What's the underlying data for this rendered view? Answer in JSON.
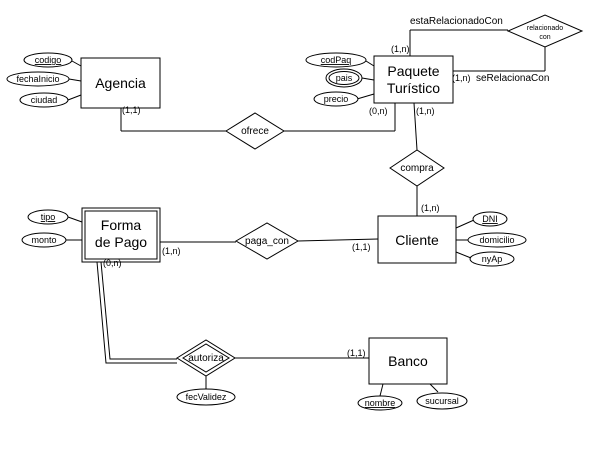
{
  "entities": {
    "agencia": "Agencia",
    "paquete": [
      "Paquete",
      "Turístico"
    ],
    "forma_pago": [
      "Forma",
      "de Pago"
    ],
    "cliente": "Cliente",
    "banco": "Banco"
  },
  "relationships": {
    "ofrece": "ofrece",
    "compra": "compra",
    "paga_con": "paga_con",
    "autoriza": "autoriza",
    "relacionado_con": [
      "relacionado",
      "con"
    ]
  },
  "attributes": {
    "codigo": "codigo",
    "fechaInicio": "fechaInicio",
    "ciudad": "ciudad",
    "codPaq": "codPaq",
    "pais": "pais",
    "precio": "precio",
    "tipo": "tipo",
    "monto": "monto",
    "dni": "DNI",
    "domicilio": "domicilio",
    "nyAp": "nyAp",
    "fecValidez": "fecValidez",
    "nombre": "nombre",
    "sucursal": "sucursal"
  },
  "roles": {
    "esta_relacionado_con": "estaRelacionadoCon",
    "se_relaciona_con": "seRelacionaCon"
  },
  "cardinalities": {
    "agencia_ofrece": "(1,1)",
    "paquete_ofrece": "(0,n)",
    "paquete_compra": "(1,n)",
    "paquete_esta_rel": "(1,n)",
    "paquete_se_rel": "(1,n)",
    "cliente_compra": "(1,n)",
    "cliente_paga": "(1,1)",
    "forma_paga": "(1,n)",
    "forma_autoriza": "(0,n)",
    "banco_autoriza": "(1,1)"
  }
}
